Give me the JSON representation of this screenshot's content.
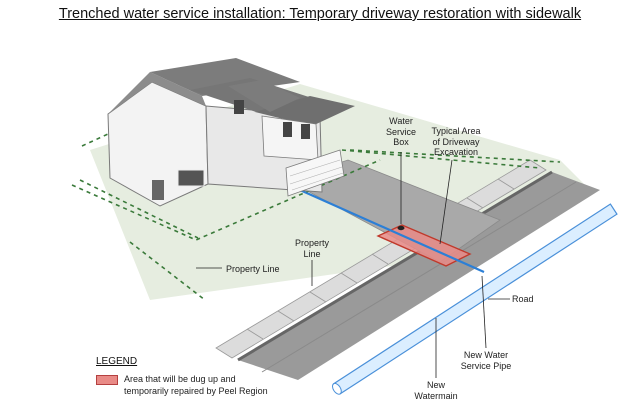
{
  "title": "Trenched water service installation: Temporary driveway restoration with sidewalk",
  "labels": {
    "water_service_box": [
      "Water",
      "Service",
      "Box"
    ],
    "typical_area": [
      "Typical Area",
      "of Driveway",
      "Excavation"
    ],
    "property_line_left": "Property Line",
    "property_line_center": [
      "Property",
      "Line"
    ],
    "road": "Road",
    "new_water_service_pipe": [
      "New Water",
      "Service Pipe"
    ],
    "new_watermain": [
      "New",
      "Watermain"
    ]
  },
  "legend": {
    "heading": "LEGEND",
    "items": [
      {
        "text": [
          "Area that will be dug up and",
          "temporarily repaired by Peel Region"
        ],
        "color": "#e98b87"
      }
    ]
  },
  "colors": {
    "excavation_fill": "#e98b87",
    "excavation_stroke": "#c0392b",
    "pipe": "#2c7fd6",
    "roof": "#7c7c7c",
    "road": "#9a9a9a",
    "driveway": "#a9a9a9",
    "lawn": "#e6ede0"
  }
}
